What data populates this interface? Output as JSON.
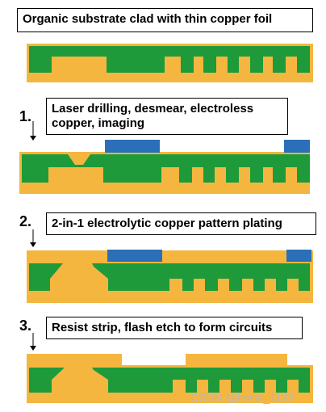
{
  "title": "Organic substrate clad with thin copper foil",
  "steps": [
    {
      "number": "1.",
      "text": "Laser drilling, desmear, electroless copper, imaging"
    },
    {
      "number": "2.",
      "text": "2-in-1 electrolytic copper pattern plating"
    },
    {
      "number": "3.",
      "text": "Resist strip, flash etch to form circuits"
    }
  ],
  "colors": {
    "copper": "#f5b63f",
    "substrate": "#1e9a3a",
    "resist": "#2a6fb8"
  },
  "watermark": "CSDN @Insist_1122"
}
